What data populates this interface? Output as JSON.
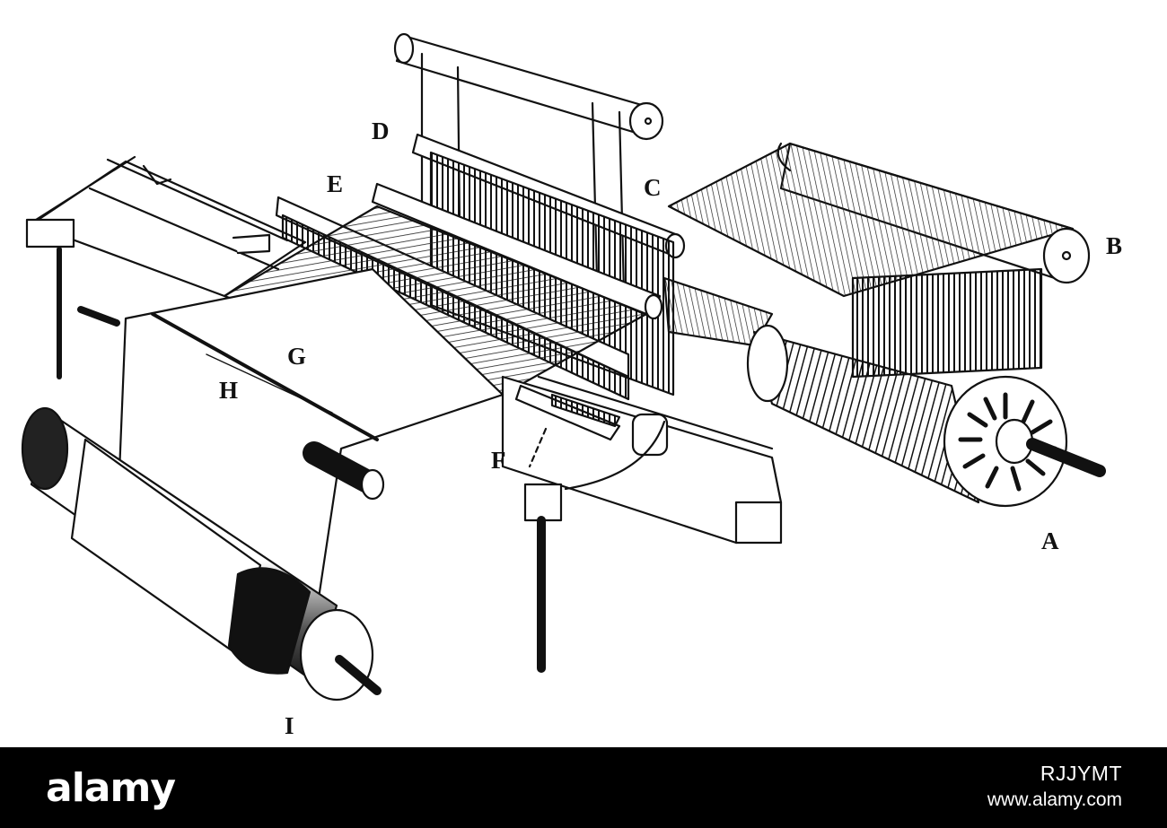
{
  "diagram": {
    "labels": {
      "A": "A",
      "B": "B",
      "C": "C",
      "D": "D",
      "E": "E",
      "F": "F",
      "G": "G",
      "H": "H",
      "I": "I"
    }
  },
  "footer": {
    "brand": "alamy",
    "image_id": "RJJYMT",
    "site": "www.alamy.com"
  },
  "colors": {
    "ink": "#111111",
    "paper": "#ffffff",
    "footer_bg": "#000000",
    "footer_text": "#ffffff"
  }
}
